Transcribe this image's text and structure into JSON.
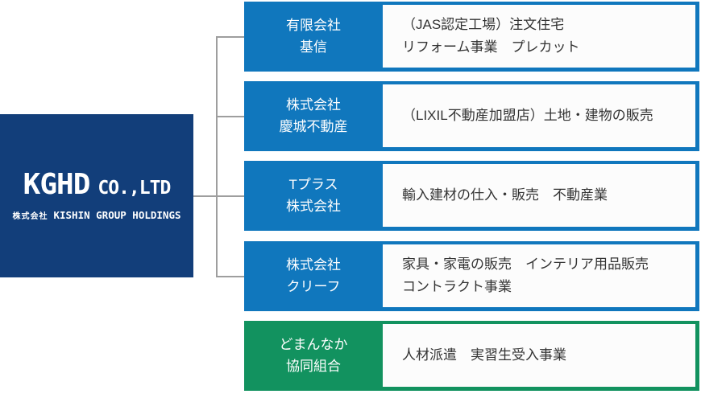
{
  "parent": {
    "logo_main": "KGHD",
    "logo_suffix": "CO.,LTD",
    "name_jp_prefix": "株式会社",
    "name_en": "KISHIN GROUP HOLDINGS"
  },
  "subsidiaries": [
    {
      "name": "有限会社\n基信",
      "description": "（JAS認定工場）注文住宅\nリフォーム事業　プレカット",
      "accent": "#1077bd"
    },
    {
      "name": "株式会社\n慶城不動産",
      "description": "（LIXIL不動産加盟店）土地・建物の販売",
      "accent": "#1077bd"
    },
    {
      "name": "Tプラス\n株式会社",
      "description": "輸入建材の仕入・販売　不動産業",
      "accent": "#1077bd"
    },
    {
      "name": "株式会社\nクリーフ",
      "description": "家具・家電の販売　インテリア用品販売\nコントラクト事業",
      "accent": "#1077bd"
    },
    {
      "name": "どまんなか\n協同組合",
      "description": "人材派遣　実習生受入事業",
      "accent": "#12925f"
    }
  ],
  "colors": {
    "parent_bg": "#123e7a",
    "subsidiary_blue": "#1077bd",
    "subsidiary_green": "#12925f",
    "connector": "#9e9e9e",
    "description_bg": "#fcfcfc",
    "description_text": "#333333"
  }
}
